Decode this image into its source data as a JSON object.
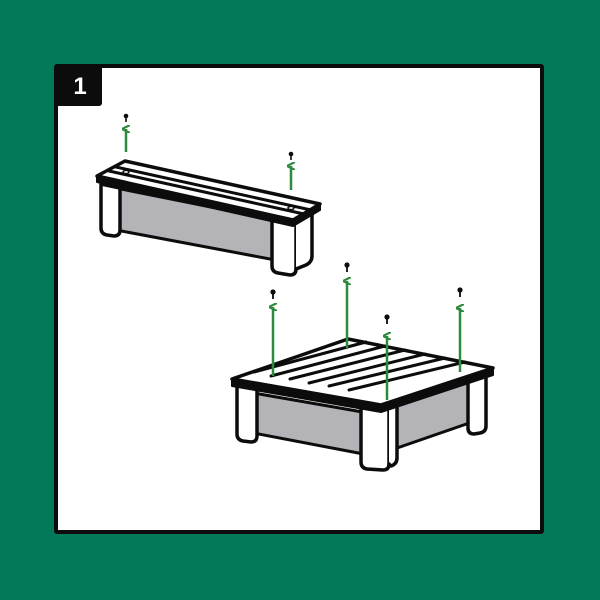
{
  "step": {
    "number": "1"
  },
  "colors": {
    "background": "#027A5A",
    "panel": "#FFFFFF",
    "outline": "#0C0C0C",
    "fabric": "#B4B4B8",
    "arrow": "#2E8B3E"
  },
  "illustration": {
    "bench_screws": 2,
    "table_screws": 4,
    "action": "remove-screws-upward"
  }
}
